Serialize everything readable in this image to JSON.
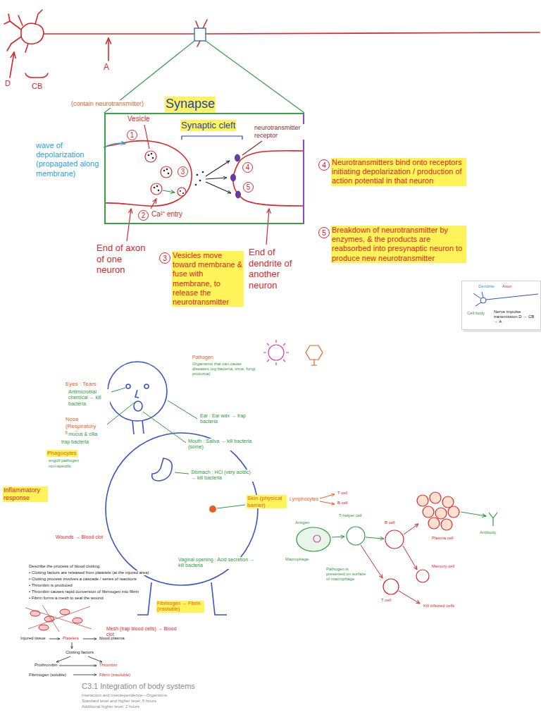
{
  "diagram": {
    "nodes": [
      {
        "text": [
          "Synapse"
        ]
      },
      {
        "text": [
          "Dendrite",
          "Axon",
          "Cell body",
          "Nerve impulse transmission D → CB → A"
        ]
      }
    ],
    "labels": [
      "D",
      "CB",
      "A",
      "(contain neurotransmitter)",
      "Vesicle",
      "Synaptic cleft",
      "neurotransmitter receptor",
      "wave of depolarization (propagated along membrane)",
      "1",
      "2",
      "Ca²⁺ entry",
      "3",
      "4",
      "5",
      "End of axon of one neuron",
      "3",
      "Vesicles move toward membrane & fuse with membrane, to release the neurotransmitter",
      "End of dendrite of another neuron",
      "4",
      "Neurotransmitters bind onto receptors initiating depolarization / production of action potential in that neuron",
      "5",
      "Breakdown of neurotransmitter by enzymes, & the products are reabsorbed into presynaptic neuron to produce new neurotransmitter",
      "Pathogen",
      "Organisms that can cause diseases (eg bacteria, virus, fungi, protozoa)",
      "Eyes : Tears",
      "Antimicrobial chemical → kill bacteria",
      "Nose (Respiratory tract)",
      "mucus & cilia",
      "trap bacteria",
      "Ear : Ear wax → trap bacteria",
      "Mouth : Saliva → kill bacteria (some)",
      "Stomach : HCl (very acidic) → kill bacteria",
      "Skin (physical barrier)",
      "Vaginal opening : Acid secretion → kill bacteria",
      "Phagocytes",
      "engulf pathogen",
      "non-specific",
      "Inflammatory response",
      "Wounds → Blood clot",
      "Describe the process of blood clotting.",
      "• Clotting factors are released from platelets (at the injured area)",
      "• Clotting process involves a cascade / series of reactions",
      "• Thrombin is produced",
      "• Thrombin causes rapid conversion of fibrinogen into fibrin",
      "• Fibrin forms a mesh to seal the wound",
      "Fibrinogen → Fibrin (insoluble)",
      "Mesh (trap blood cells) → Blood clot",
      "Injured tissue",
      "Platelets",
      "blood plasma",
      "Clotting factors",
      "Prothrombin",
      "Thrombin",
      "Fibrinogen (soluble)",
      "Fibrin (insoluble)",
      "C3.1 Integration of body systems",
      "Interaction and interdependence—Organisms",
      "Standard level and higher level: 5 hours",
      "Additional higher level: 2 hours",
      "Lymphocytes",
      "T cell",
      "B cell",
      "Antigen",
      "Macrophage",
      "T-helper cell",
      "Pathogen is presented on surface of macrophage",
      "B cell",
      "Plasma cell",
      "Memory cell",
      "Antibody",
      "T cell",
      "Kill infected cells"
    ]
  }
}
